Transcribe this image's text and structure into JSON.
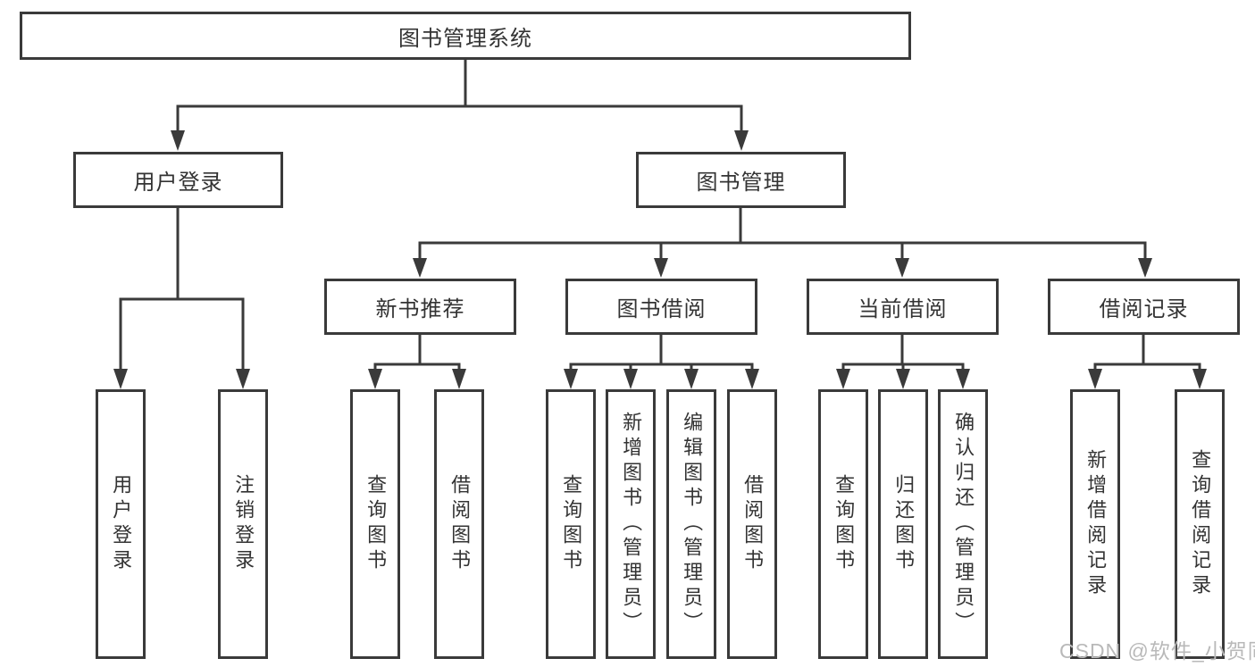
{
  "diagram": {
    "title": "图书管理系统",
    "level1": [
      {
        "label": "用户登录"
      },
      {
        "label": "图书管理"
      }
    ],
    "level2": [
      {
        "label": "新书推荐",
        "parent": "图书管理"
      },
      {
        "label": "图书借阅",
        "parent": "图书管理"
      },
      {
        "label": "当前借阅",
        "parent": "图书管理"
      },
      {
        "label": "借阅记录",
        "parent": "图书管理"
      }
    ],
    "leaves": [
      {
        "label": "用户登录",
        "parent": "用户登录"
      },
      {
        "label": "注销登录",
        "parent": "用户登录"
      },
      {
        "label": "查询图书",
        "parent": "新书推荐"
      },
      {
        "label": "借阅图书",
        "parent": "新书推荐"
      },
      {
        "label": "查询图书",
        "parent": "图书借阅"
      },
      {
        "label": "新增图书（管理员）",
        "parent": "图书借阅"
      },
      {
        "label": "编辑图书（管理员）",
        "parent": "图书借阅"
      },
      {
        "label": "借阅图书",
        "parent": "图书借阅"
      },
      {
        "label": "查询图书",
        "parent": "当前借阅"
      },
      {
        "label": "归还图书",
        "parent": "当前借阅"
      },
      {
        "label": "确认归还（管理员）",
        "parent": "当前借阅"
      },
      {
        "label": "新增借阅记录",
        "parent": "借阅记录"
      },
      {
        "label": "查询借阅记录",
        "parent": "借阅记录"
      }
    ]
  },
  "watermark": {
    "text": "CSDN @软件_小贺同学"
  },
  "colors": {
    "line": "#3a3a3a",
    "text": "#333333",
    "watermark": "#b9b9b9",
    "background": "#ffffff"
  }
}
